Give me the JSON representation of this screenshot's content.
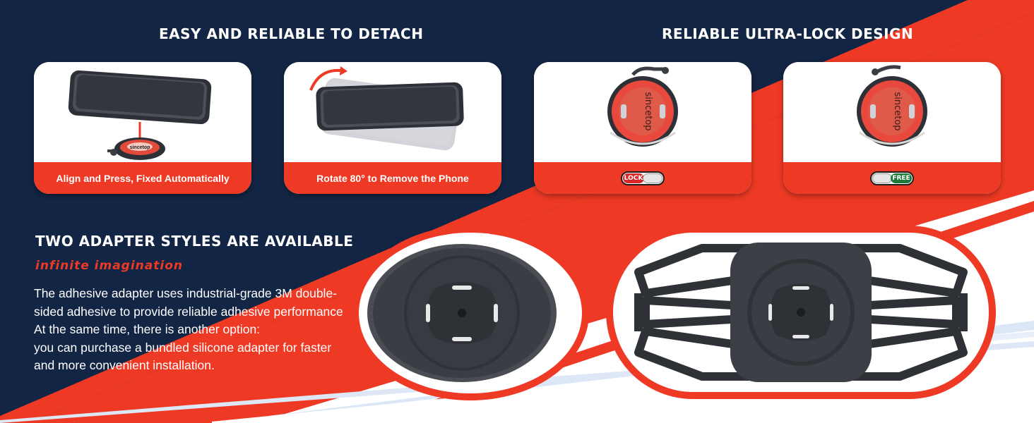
{
  "headings": {
    "detach": "EASY AND RELIABLE TO DETACH",
    "lock": "RELIABLE ULTRA-LOCK DESIGN"
  },
  "cards": [
    {
      "caption": "Align and Press, Fixed Automatically",
      "mount_brand": "sincetop"
    },
    {
      "caption": "Rotate 80° to Remove the Phone"
    },
    {
      "toggle_label": "LOCK",
      "mount_brand": "sincetop"
    },
    {
      "toggle_label": "FREE",
      "mount_brand": "sincetop"
    }
  ],
  "adapters": {
    "title": "TWO ADAPTER STYLES ARE AVAILABLE",
    "tagline": "infinite imagination",
    "description_lines": [
      "The adhesive adapter uses industrial-grade 3M double-",
      "sided adhesive to provide reliable adhesive performance",
      "At the same time, there is another option:",
      "you can purchase a bundled silicone adapter for faster",
      "and more convenient installation."
    ],
    "styles": [
      "adhesive-adapter",
      "silicone-adapter"
    ]
  },
  "colors": {
    "navy": "#132544",
    "red": "#ee3a24",
    "white": "#ffffff",
    "lock_red": "#d8262a",
    "free_green": "#1f7a3a",
    "adapter_gray": "#3c3f45"
  }
}
